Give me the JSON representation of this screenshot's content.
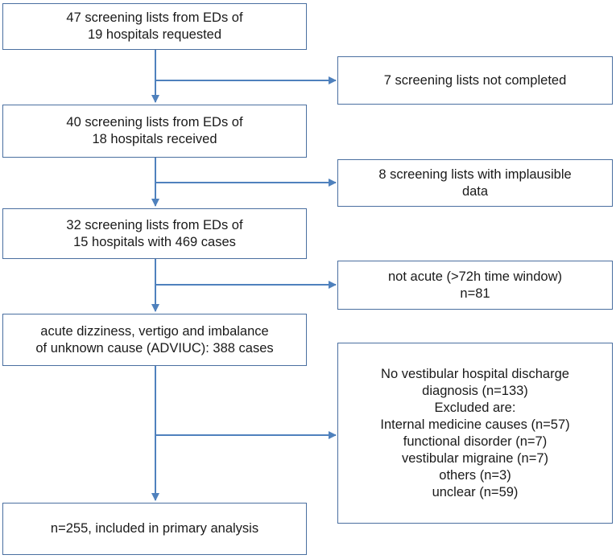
{
  "flowchart": {
    "main_boxes": [
      {
        "lines": [
          "47 screening lists from EDs of",
          "19 hospitals requested"
        ]
      },
      {
        "lines": [
          "40 screening lists from EDs of",
          "18 hospitals received"
        ]
      },
      {
        "lines": [
          "32 screening lists from EDs of",
          "15 hospitals with 469 cases"
        ]
      },
      {
        "lines": [
          "acute dizziness, vertigo and imbalance",
          "of unknown cause (ADVIUC):  388 cases"
        ]
      },
      {
        "lines": [
          "n=255, included in primary analysis"
        ]
      }
    ],
    "side_boxes": [
      {
        "lines": [
          "7 screening lists not completed"
        ]
      },
      {
        "lines": [
          "8 screening lists with implausible",
          "data"
        ]
      },
      {
        "lines": [
          "not acute (>72h time window)",
          "n=81"
        ]
      },
      {
        "lines": [
          "No vestibular hospital discharge",
          "diagnosis (n=133)",
          "Excluded are:",
          "Internal medicine causes (n=57)",
          "functional disorder (n=7)",
          "vestibular migraine (n=7)",
          "others (n=3)",
          "unclear (n=59)"
        ]
      }
    ],
    "colors": {
      "border": "#4a6fa0",
      "arrow": "#4f81bd"
    }
  }
}
